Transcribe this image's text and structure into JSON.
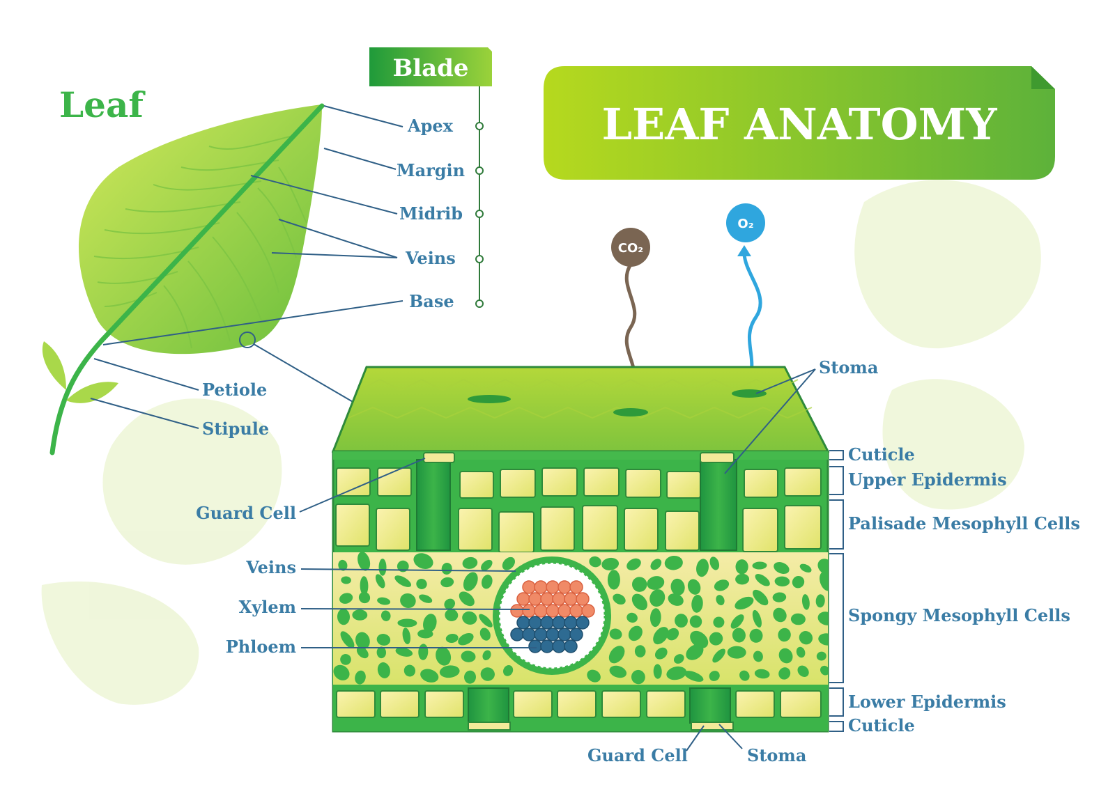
{
  "title": "LEAF ANATOMY",
  "leaf": {
    "heading": "Leaf",
    "blade_tag": "Blade",
    "blade_parts": [
      "Apex",
      "Margin",
      "Midrib",
      "Veins",
      "Base"
    ],
    "petiole": "Petiole",
    "stipule": "Stipule"
  },
  "gases": {
    "in": "CO₂",
    "out": "O₂"
  },
  "cross_section": {
    "left_labels": [
      "Guard Cell",
      "Veins",
      "Xylem",
      "Phloem"
    ],
    "right_labels": [
      "Stoma",
      "Cuticle",
      "Upper Epidermis",
      "Palisade Mesophyll Cells",
      "Spongy Mesophyll Cells",
      "Lower Epidermis",
      "Cuticle"
    ],
    "bottom_labels": [
      "Guard Cell",
      "Stoma"
    ]
  },
  "colors": {
    "leaf_green": "#3cb449",
    "label_blue": "#3a7ca5",
    "cell_yellow": "#f5eea0",
    "xylem": "#f08a67",
    "phloem": "#2e6b92",
    "co2": "#7a6552",
    "o2": "#2fa6de"
  }
}
